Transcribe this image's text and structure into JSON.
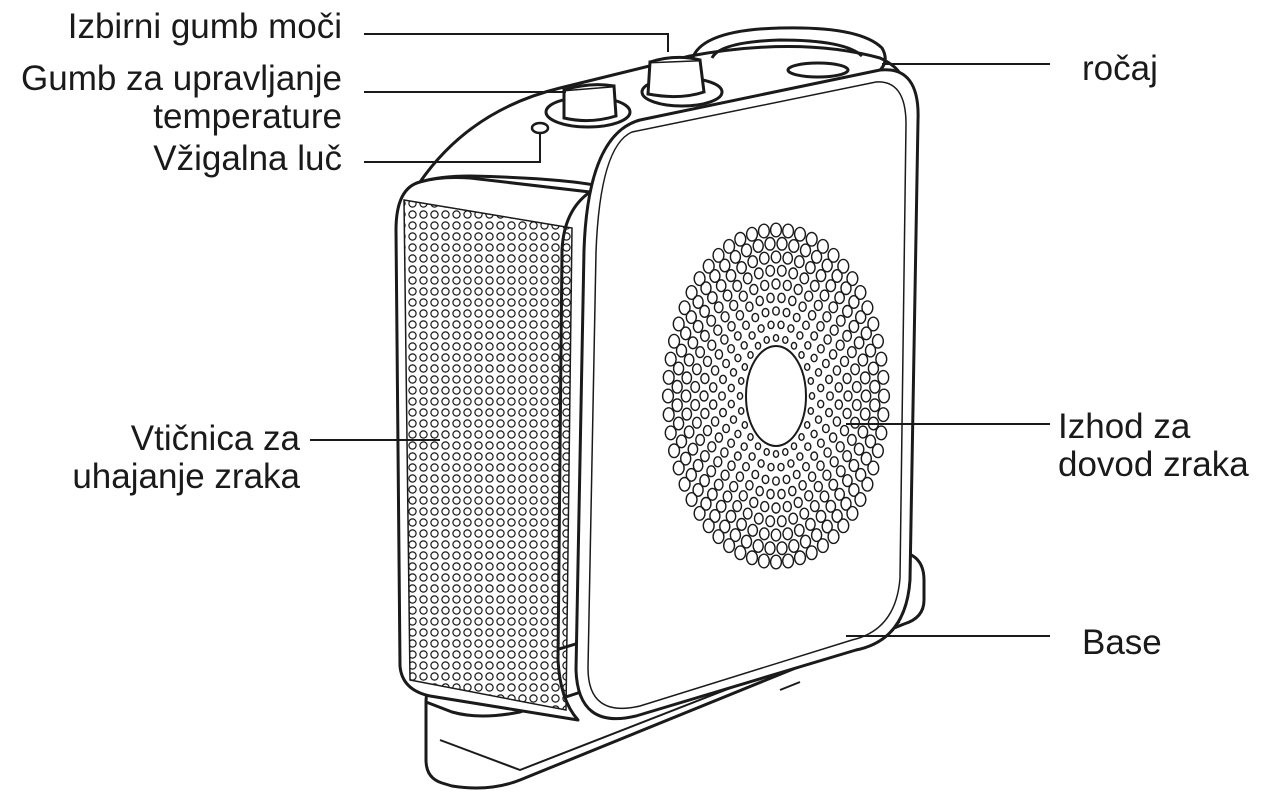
{
  "labels": {
    "power_knob": "Izbirni gumb moči",
    "temp_knob_line1": "Gumb za upravljanje",
    "temp_knob_line2": "temperature",
    "pilot_light": "Vžigalna luč",
    "handle": "ročaj",
    "air_outlet_side_line1": "Vtičnica za",
    "air_outlet_side_line2": "uhajanje zraka",
    "air_inlet_front_line1": "Izhod za",
    "air_inlet_front_line2": "dovod zraka",
    "base": "Base"
  },
  "colors": {
    "ink": "#1a1a1a",
    "background": "#ffffff"
  }
}
